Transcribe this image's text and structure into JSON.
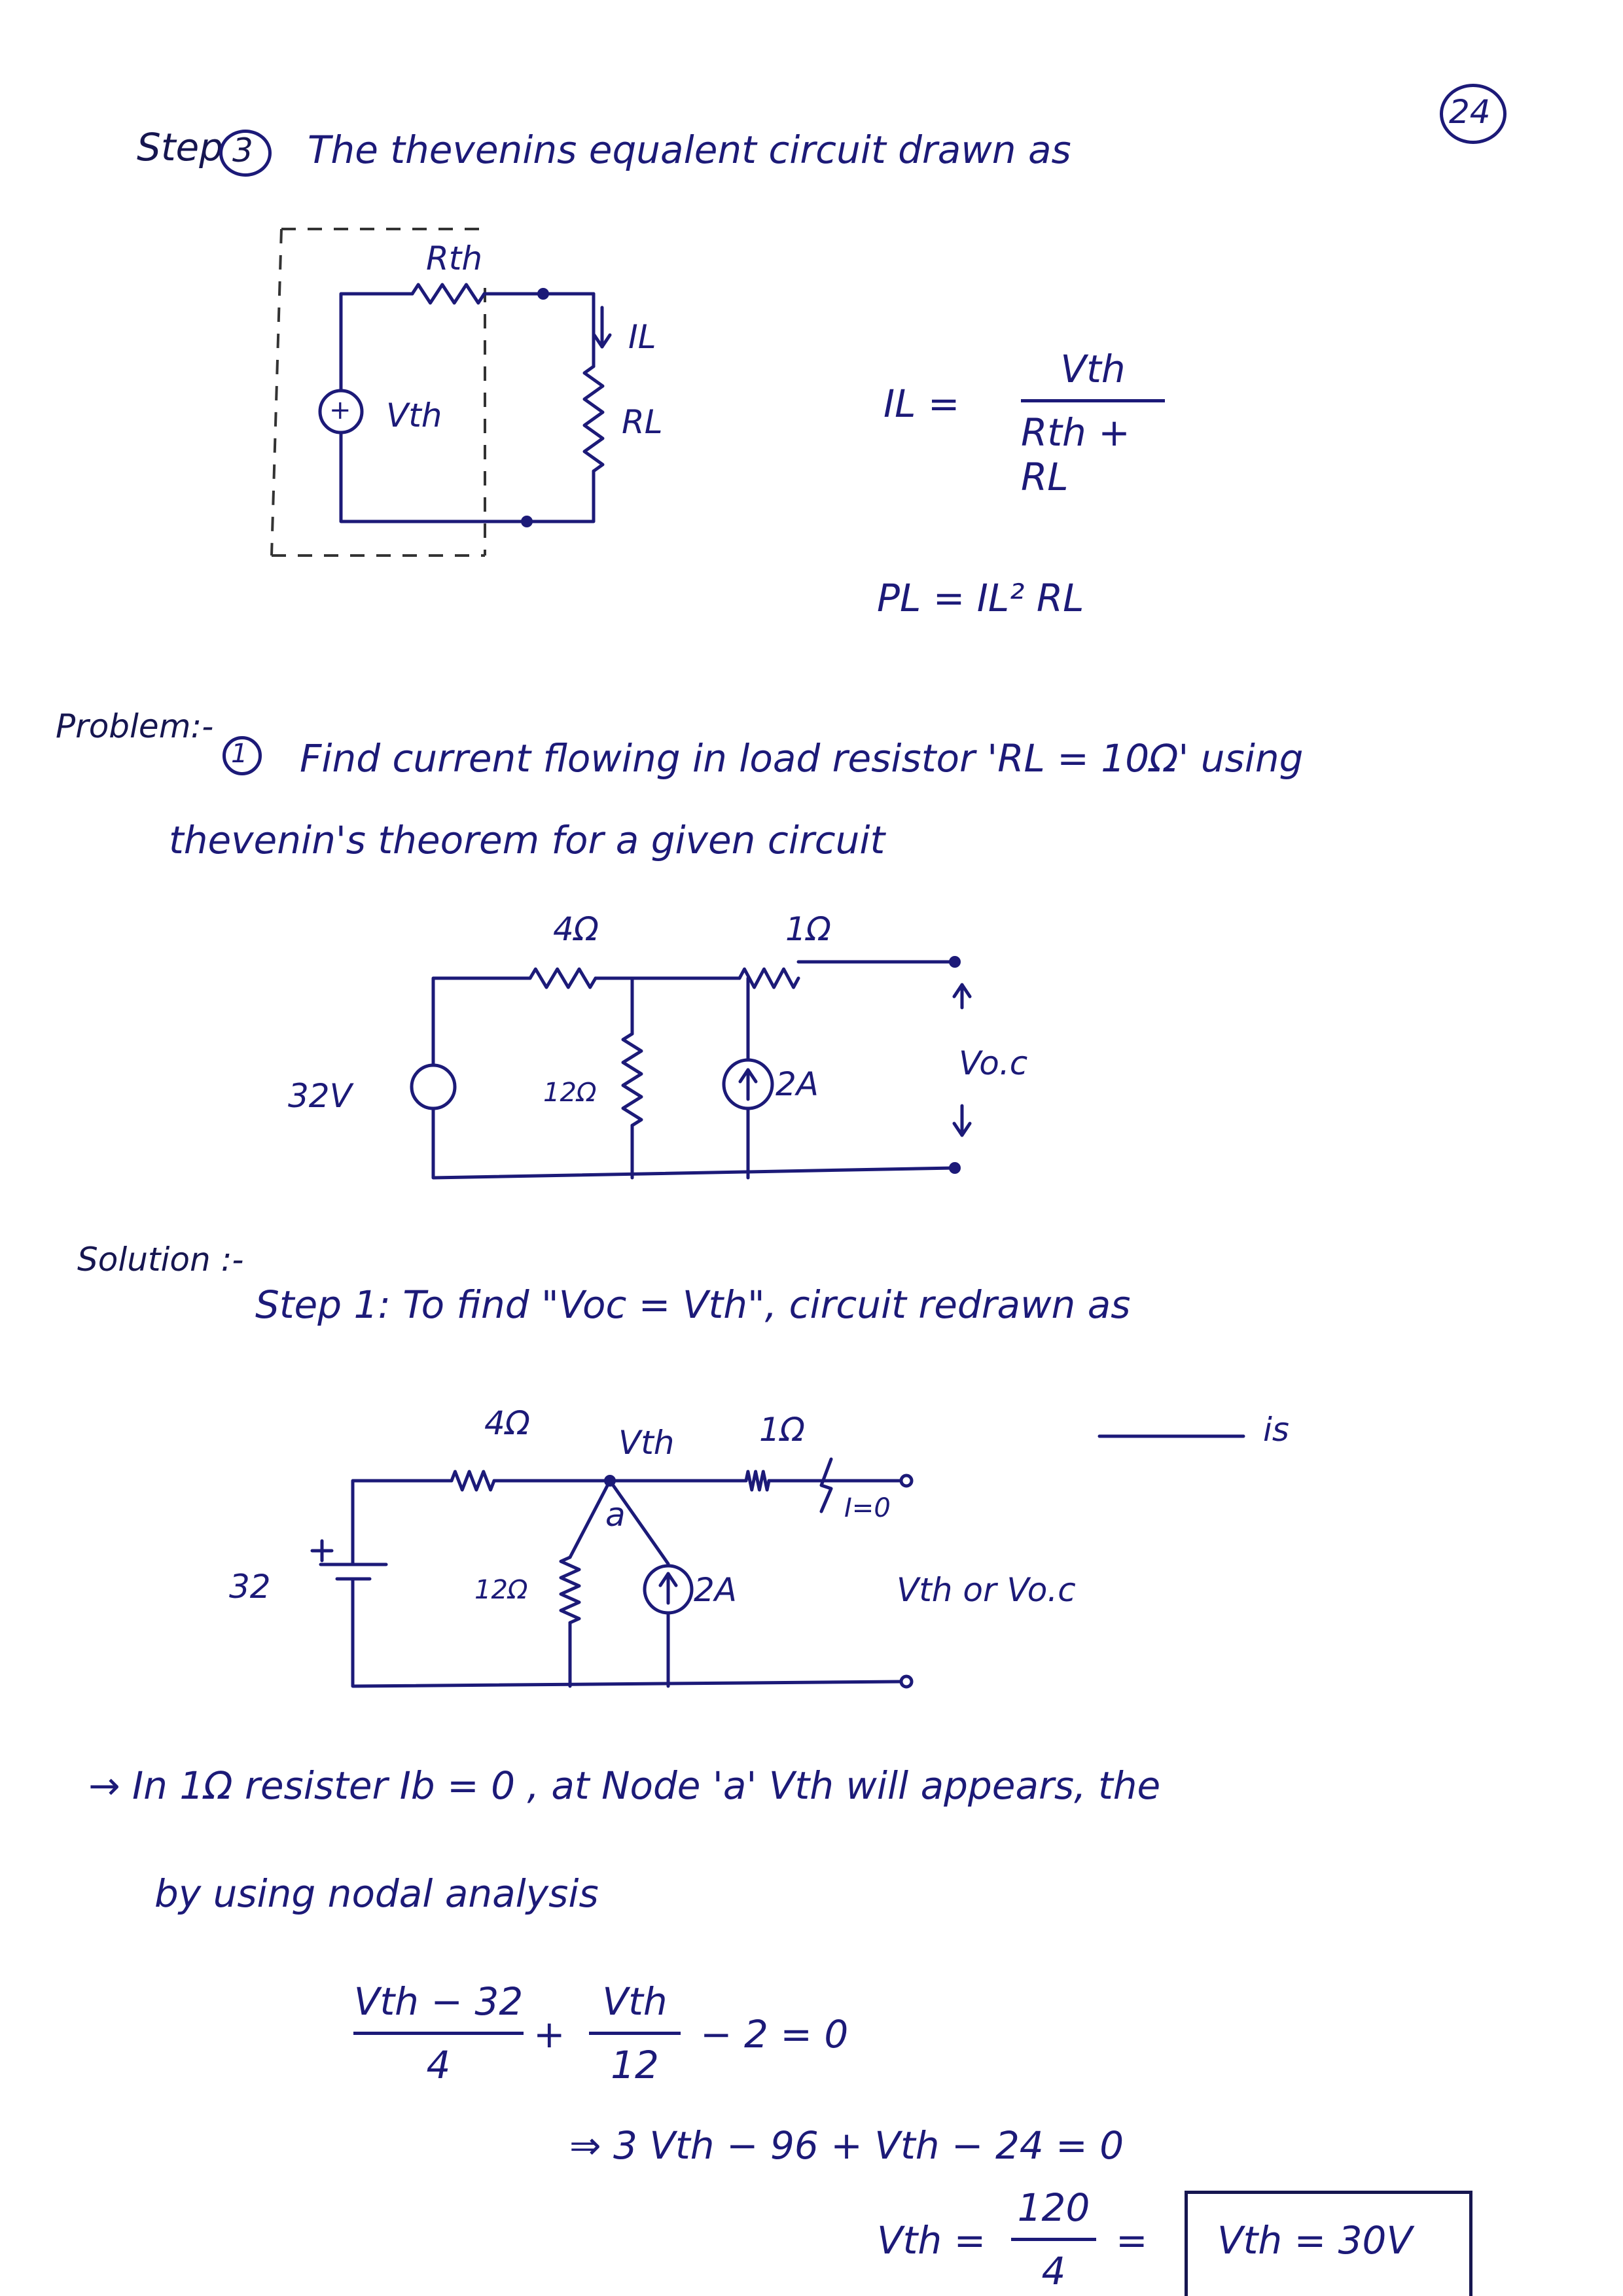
{
  "page_number": "24",
  "step3": {
    "label": "Step",
    "number": "3",
    "text": "The thevenins equalent circuit drawn as",
    "circuit": {
      "rth": "Rth",
      "vth": "Vth",
      "il": "IL",
      "rl": "RL"
    },
    "formula_il": {
      "lhs": "IL =",
      "num": "Vth",
      "den": "Rth + RL"
    },
    "formula_pl": "PL = IL² RL"
  },
  "problem": {
    "label": "Problem:-",
    "number": "1",
    "line1": "Find current flowing in load resistor 'RL = 10Ω' using",
    "line2": "thevenin's theorem for a given circuit",
    "circuit": {
      "r1": "4Ω",
      "r2": "1Ω",
      "r3": "12Ω",
      "source_v": "32V",
      "source_i": "2A",
      "voc": "Vo.c"
    }
  },
  "solution": {
    "label": "Solution :-",
    "step1": "Step 1: To find \"Voc = Vth\", circuit redrawn as",
    "circuit": {
      "r1": "4Ω",
      "node_v": "Vth",
      "r2": "1Ω",
      "node": "a",
      "i0": "I=0",
      "source_v": "32",
      "r3": "12Ω",
      "source_i": "2A",
      "vth_voc": "Vth or Vo.c",
      "scribble": "is"
    },
    "line1": "→ In 1Ω resister Ib = 0 , at Node 'a' Vth will appears, the",
    "line2": "by using nodal analysis",
    "eq1": {
      "num1": "Vth − 32",
      "den1": "4",
      "plus": "+",
      "num2": "Vth",
      "den2": "12",
      "rest": "− 2 = 0"
    },
    "eq2": "⇒   3 Vth − 96 + Vth − 24 = 0",
    "eq3": {
      "lhs": "Vth =",
      "num": "120",
      "den": "4",
      "eq": "=",
      "result": "Vth = 30V"
    }
  }
}
